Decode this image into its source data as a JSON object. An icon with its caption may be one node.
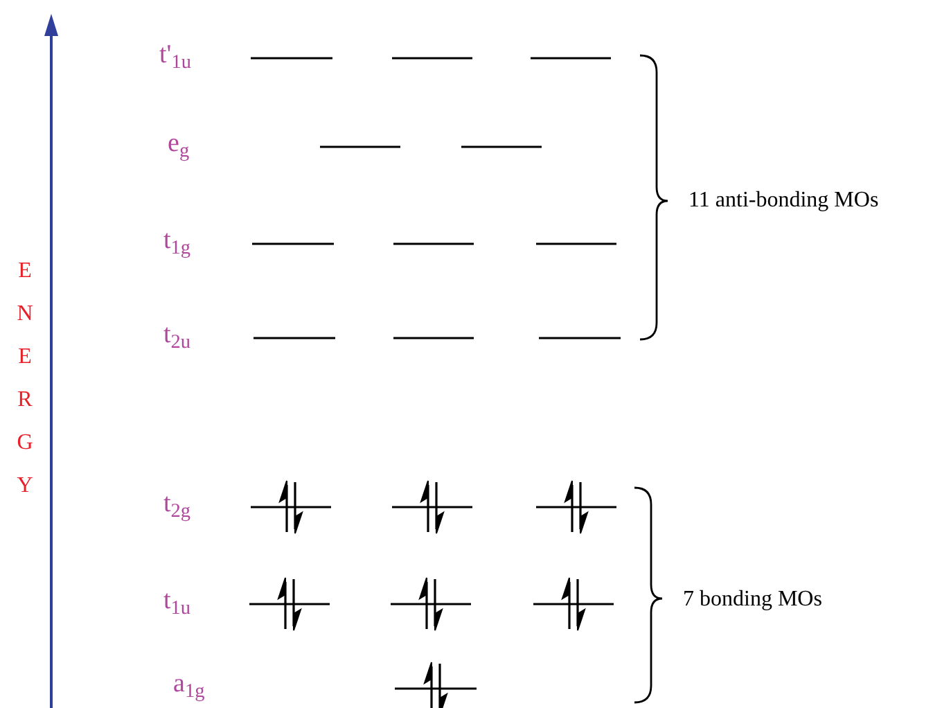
{
  "diagram": {
    "labels": [
      "t'$_{1u}$",
      "e$_{g}$",
      "t$_{1g}$",
      "t$_{2u}$",
      "11 anti-bonding MOs",
      "ENERGY",
      "t$_{2g}$",
      "t$_{1u}$",
      "7 bonding MOs",
      "a$_{1g}$"
    ]
  }
}
